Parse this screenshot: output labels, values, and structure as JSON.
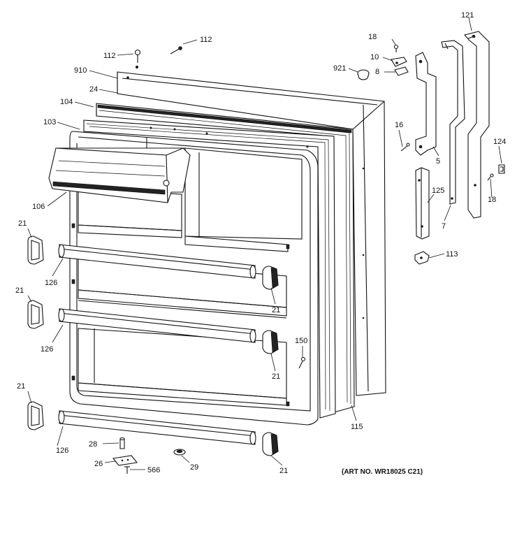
{
  "labels": {
    "l112a": "112",
    "l112b": "112",
    "l910": "910",
    "l24": "24",
    "l104": "104",
    "l103": "103",
    "l106": "106",
    "l21a": "21",
    "l21b": "21",
    "l21c": "21",
    "l21d": "21",
    "l21e": "21",
    "l21f": "21",
    "l126a": "126",
    "l126b": "126",
    "l126c": "126",
    "l28": "28",
    "l26": "26",
    "l566": "566",
    "l29": "29",
    "l150": "150",
    "l115": "115",
    "l921": "921",
    "l18a": "18",
    "l10": "10",
    "l8": "8",
    "l16": "16",
    "l5": "5",
    "l121": "121",
    "l124": "124",
    "l18b": "18",
    "l125": "125",
    "l7": "7",
    "l113": "113"
  },
  "art_number": "(ART NO. WR18025 C21)"
}
